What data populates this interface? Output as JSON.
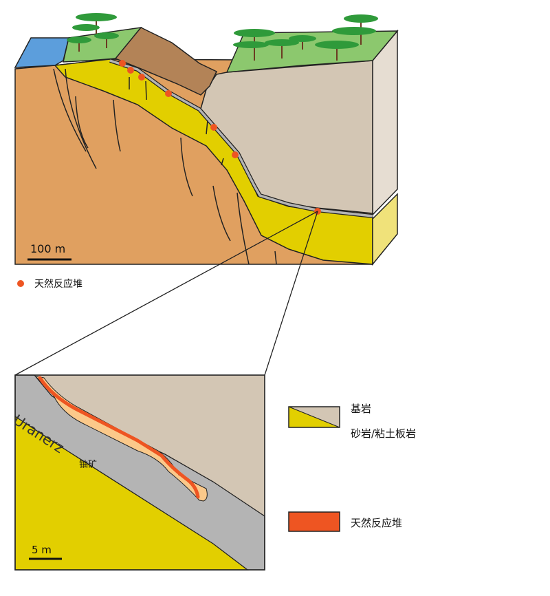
{
  "overview": {
    "scale_label": "100 m",
    "legend_reactor_label": "天然反应堆"
  },
  "detail": {
    "ore_label_de": "Uranerz",
    "ore_label_zh": "铀矿",
    "scale_label": "5 m"
  },
  "legend": {
    "bedrock_label": "基岩",
    "sandstone_label": "砂岩/粘土板岩",
    "reactor_label": "天然反应堆"
  },
  "colors": {
    "orange_rock": "#e0a060",
    "sandstone": "#e2cf00",
    "bedrock": "#d3c6b4",
    "ore": "#b4b4b4",
    "reactor": "#ee5522",
    "reactor_halo": "#fbc98a",
    "water": "#5c9edc",
    "grass": "#8cc86e",
    "hill": "#b38357"
  }
}
